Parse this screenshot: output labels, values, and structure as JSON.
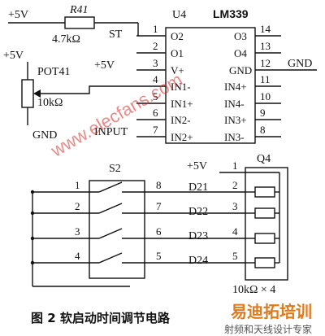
{
  "resistor_r41": {
    "supply": "+5V",
    "name": "R41",
    "value": "4.7kΩ",
    "net": "ST"
  },
  "pot": {
    "supply": "+5V",
    "name": "POT41",
    "value": "10kΩ",
    "ground": "GND"
  },
  "ic": {
    "ref": "U4",
    "part": "LM339",
    "left_pins": [
      {
        "num": "1",
        "name": "O2"
      },
      {
        "num": "2",
        "name": "O1"
      },
      {
        "num": "3",
        "name": "V+"
      },
      {
        "num": "4",
        "name": "IN1-"
      },
      {
        "num": "5",
        "name": "IN1+"
      },
      {
        "num": "6",
        "name": "IN2-"
      },
      {
        "num": "7",
        "name": "IN2+"
      }
    ],
    "right_pins": [
      {
        "num": "14",
        "name": "O3"
      },
      {
        "num": "13",
        "name": "O4"
      },
      {
        "num": "12",
        "name": "GND"
      },
      {
        "num": "11",
        "name": "IN4+"
      },
      {
        "num": "10",
        "name": "IN4-"
      },
      {
        "num": "9",
        "name": "IN3+"
      },
      {
        "num": "8",
        "name": "IN3-"
      }
    ],
    "vplus_net": "+5V",
    "gnd_net": "GND",
    "input_net": "INPUT"
  },
  "switch": {
    "ref": "S2",
    "left_pins": [
      "1",
      "2",
      "3",
      "4"
    ],
    "right_pins": [
      "8",
      "7",
      "6",
      "5"
    ],
    "nets": [
      "D21",
      "D22",
      "D23",
      "D24"
    ]
  },
  "resnet": {
    "ref": "Q4",
    "supply": "+5V",
    "pins": [
      "1",
      "2",
      "3",
      "4",
      "5"
    ],
    "value": "10kΩ × 4"
  },
  "caption": "图 2  软启动时间调节电路",
  "watermark": "www.elecfans.com",
  "brand": "易迪拓培训",
  "brand_sub": "射频和天线设计专家"
}
